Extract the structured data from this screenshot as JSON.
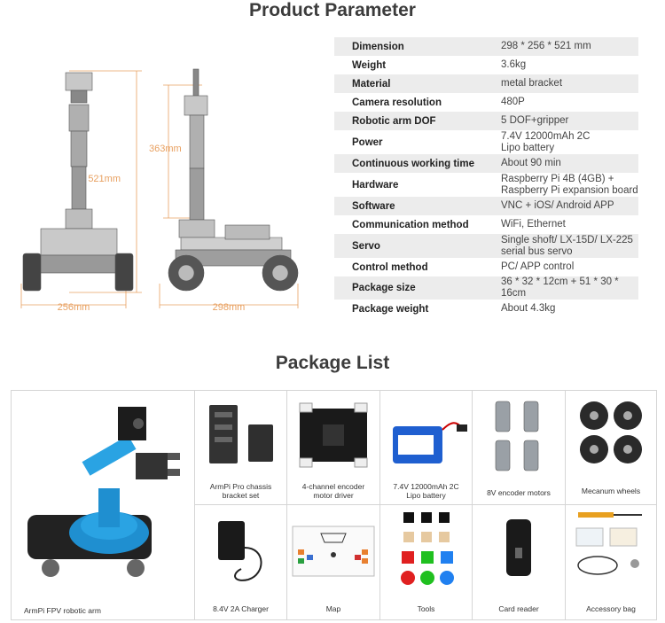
{
  "titles": {
    "parameter": "Product Parameter",
    "package": "Package List"
  },
  "dimensions": {
    "height": "521mm",
    "arm_height": "363mm",
    "width_front": "256mm",
    "width_side": "298mm"
  },
  "specs": [
    {
      "key": "Dimension",
      "value": "298 * 256 * 521 mm"
    },
    {
      "key": "Weight",
      "value": "3.6kg"
    },
    {
      "key": "Material",
      "value": "metal bracket"
    },
    {
      "key": "Camera resolution",
      "value": "480P"
    },
    {
      "key": "Robotic arm DOF",
      "value": "5 DOF+gripper"
    },
    {
      "key": "Power",
      "value": "7.4V 12000mAh 2C\nLipo battery"
    },
    {
      "key": "Continuous working time",
      "value": "About 90 min"
    },
    {
      "key": "Hardware",
      "value": "Raspberry Pi 4B (4GB) +\nRaspberry Pi expansion board"
    },
    {
      "key": "Software",
      "value": "VNC + iOS/ Android APP"
    },
    {
      "key": "Communication method",
      "value": "WiFi, Ethernet"
    },
    {
      "key": "Servo",
      "value": "Single shoft/ LX-15D/ LX-225\nserial bus servo"
    },
    {
      "key": "Control method",
      "value": "PC/ APP control"
    },
    {
      "key": "Package size",
      "value": "36 * 32 * 12cm + 51 * 30 * 16cm"
    },
    {
      "key": "Package weight",
      "value": "About 4.3kg"
    }
  ],
  "package": {
    "arm": "ArmPi FPV robotic arm",
    "chassis": "ArmPi Pro chassis\nbracket set",
    "driver": "4-channel encoder\nmotor driver",
    "battery": "7.4V 12000mAh 2C\nLipo battery",
    "motors": "8V encoder motors",
    "wheels": "Mecanum wheels",
    "charger": "8.4V 2A Charger",
    "map": "Map",
    "tools": "Tools",
    "reader": "Card reader",
    "accessory": "Accessory bag",
    "battery_label": "7.4V\n12000mAh"
  },
  "colors": {
    "dim": "#e8a060",
    "row_shade": "#ececec",
    "arm_blue": "#1f8fd0"
  }
}
